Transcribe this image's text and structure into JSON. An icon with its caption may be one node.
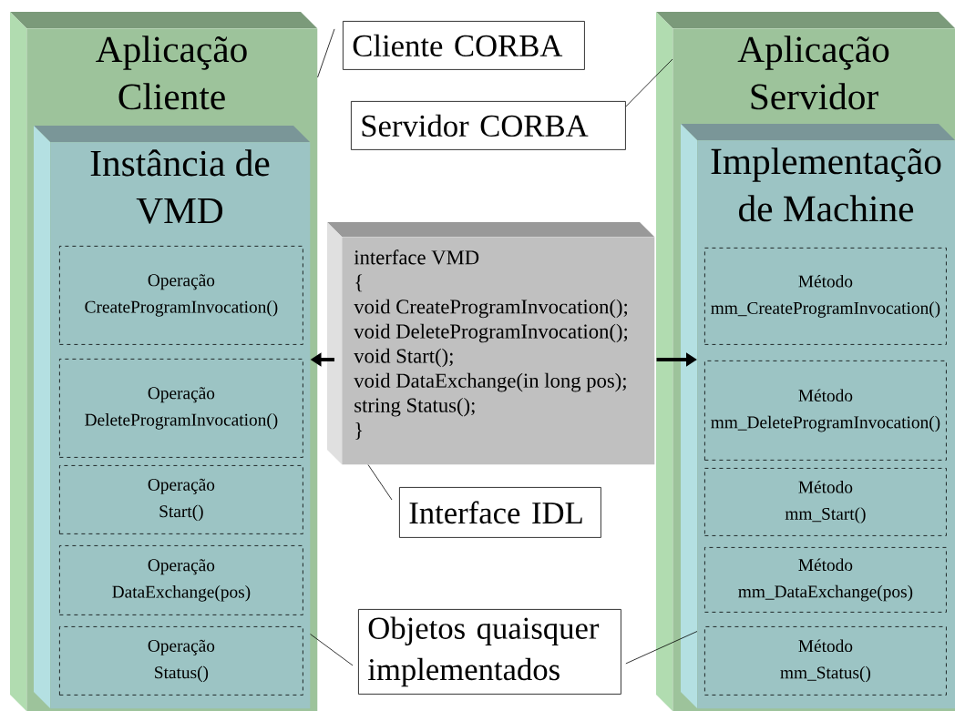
{
  "diagram": {
    "nodes": [
      {
        "text": [
          "Aplicação Cliente"
        ]
      },
      {
        "text": [
          "Instância de VMD"
        ],
        "in": 0
      },
      {
        "text": [
          "Operação",
          "CreateProgramInvocation()"
        ],
        "in": 1
      },
      {
        "text": [
          "Operação",
          "DeleteProgramInvocation()"
        ],
        "in": 1
      },
      {
        "text": [
          "Operação",
          "Start()"
        ],
        "in": 1
      },
      {
        "text": [
          "Operação",
          "DataExchange(pos)"
        ],
        "in": 1
      },
      {
        "text": [
          "Operação",
          "Status()"
        ],
        "in": 1
      },
      {
        "text": [
          "Aplicação Servidor"
        ]
      },
      {
        "text": [
          "Implementação de Machine"
        ],
        "in": 7
      },
      {
        "text": [
          "Método",
          "mm_CreateProgramInvocation()"
        ],
        "in": 8
      },
      {
        "text": [
          "Método",
          "mm_DeleteProgramInvocation()"
        ],
        "in": 8
      },
      {
        "text": [
          "Método",
          "mm_Start()"
        ],
        "in": 8
      },
      {
        "text": [
          "Método",
          "mm_DataExchange(pos)"
        ],
        "in": 8
      },
      {
        "text": [
          "Método",
          "mm_Status()"
        ],
        "in": 8
      },
      {
        "text": [
          "interface VMD",
          "{",
          "void CreateProgramInvocation();",
          "void DeleteProgramInvocation();",
          "void Start();",
          "void DataExchange(in long pos);",
          "string Status();",
          "}"
        ]
      },
      {
        "text": [
          "Cliente CORBA"
        ]
      },
      {
        "text": [
          "Servidor CORBA"
        ]
      },
      {
        "text": [
          "Interface IDL"
        ]
      },
      {
        "text": [
          "Objetos quaisquer implementados"
        ]
      }
    ],
    "edges": [
      {
        "from": 15,
        "to": 0,
        "arrow": "none"
      },
      {
        "from": 16,
        "to": 7,
        "arrow": "none"
      },
      {
        "from": 14,
        "to": 1,
        "arrow": "to",
        "style": "thick"
      },
      {
        "from": 14,
        "to": 8,
        "arrow": "to",
        "style": "thick"
      },
      {
        "from": 17,
        "to": 14,
        "arrow": "none"
      },
      {
        "from": 18,
        "to": 1,
        "arrow": "none"
      },
      {
        "from": 18,
        "to": 8,
        "arrow": "none"
      }
    ]
  }
}
